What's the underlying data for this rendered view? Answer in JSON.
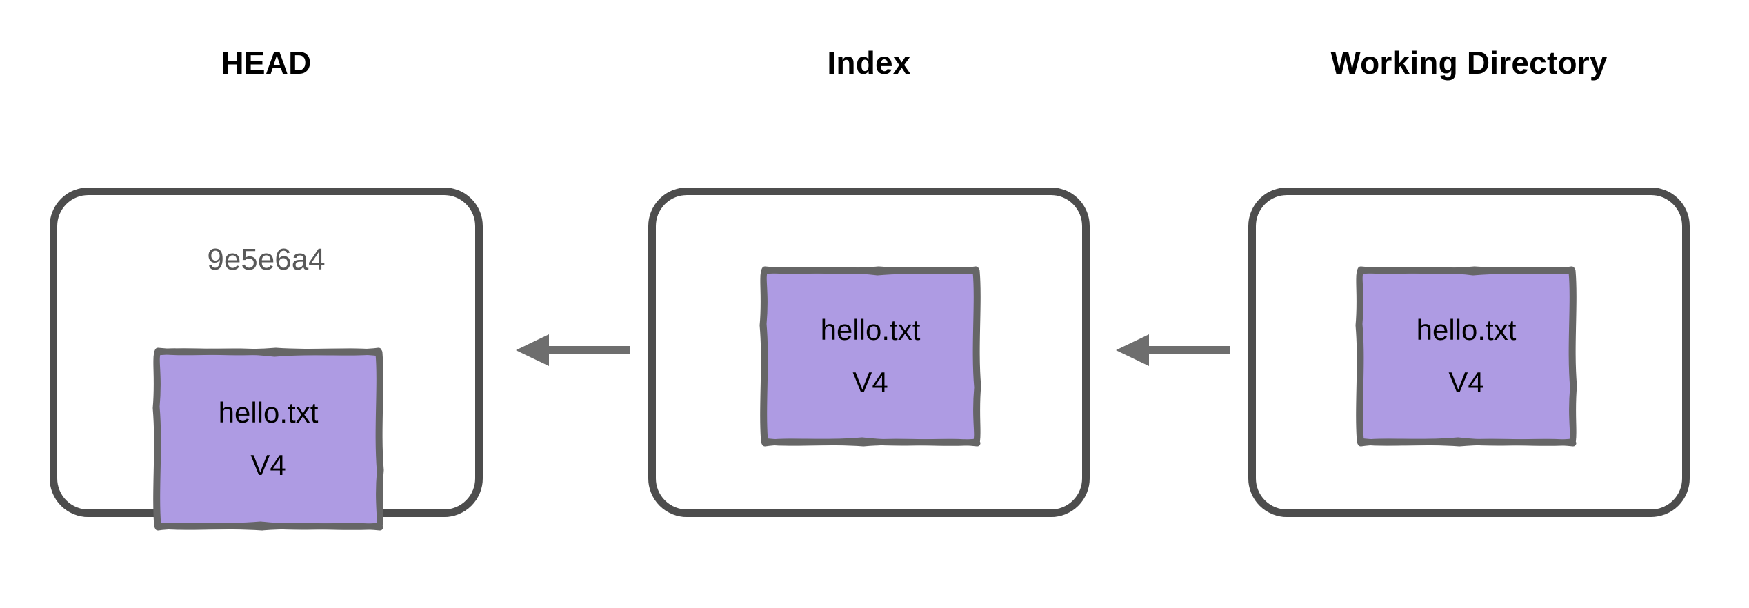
{
  "diagram": {
    "title": "Git three trees: HEAD, Index and Working Directory all holding hello.txt V4",
    "background_color": "#FFFFFF",
    "stage_border_color": "#4D4D4D",
    "file_card_fill": "#AE9BE3",
    "file_card_border_color": "#666666",
    "arrow_color": "#6E6E6E",
    "hash_text_color": "#595959",
    "title_text_color": "#000000"
  },
  "columns": [
    {
      "id": "head",
      "title": "HEAD",
      "commit_hash": "9e5e6a4",
      "file": {
        "name": "hello.txt",
        "version": "V4"
      }
    },
    {
      "id": "index",
      "title": "Index",
      "commit_hash": "",
      "file": {
        "name": "hello.txt",
        "version": "V4"
      }
    },
    {
      "id": "working-directory",
      "title": "Working Directory",
      "commit_hash": "",
      "file": {
        "name": "hello.txt",
        "version": "V4"
      }
    }
  ],
  "arrows": [
    {
      "id": "arrow-index-to-head",
      "direction": "left",
      "from": "Index",
      "to": "HEAD"
    },
    {
      "id": "arrow-working-to-index",
      "direction": "left",
      "from": "Working Directory",
      "to": "Index"
    }
  ]
}
